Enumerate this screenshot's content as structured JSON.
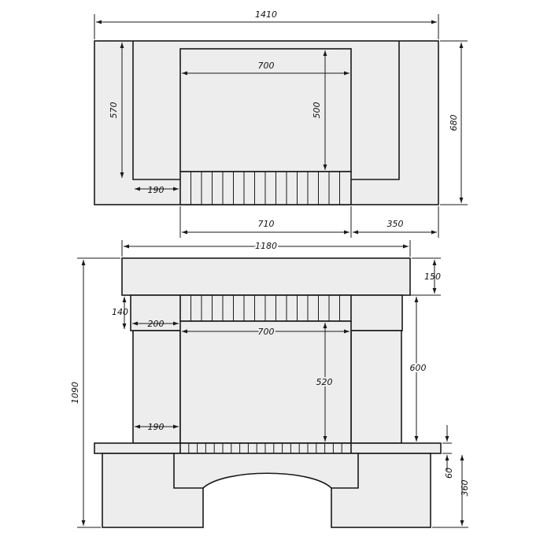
{
  "colors": {
    "line": "#1a1a1a",
    "fill": "#ededed",
    "background": "#ffffff"
  },
  "top_view": {
    "dim_overall_width": "1410",
    "dim_firebox_width": "700",
    "dim_firebox_depth": "500",
    "dim_inner_depth": "570",
    "dim_overall_depth": "680",
    "dim_side_width": "190",
    "dim_hearth_width": "710",
    "dim_side_offset": "350"
  },
  "front_view": {
    "dim_mantel_width": "1180",
    "dim_mantel_height": "150",
    "dim_frieze_height": "140",
    "dim_frieze_return": "200",
    "dim_opening_width": "700",
    "dim_opening_height": "520",
    "dim_pillar_height": "600",
    "dim_total_height": "1090",
    "dim_pillar_width": "190",
    "dim_hearth_thickness": "60",
    "dim_base_height": "360"
  }
}
